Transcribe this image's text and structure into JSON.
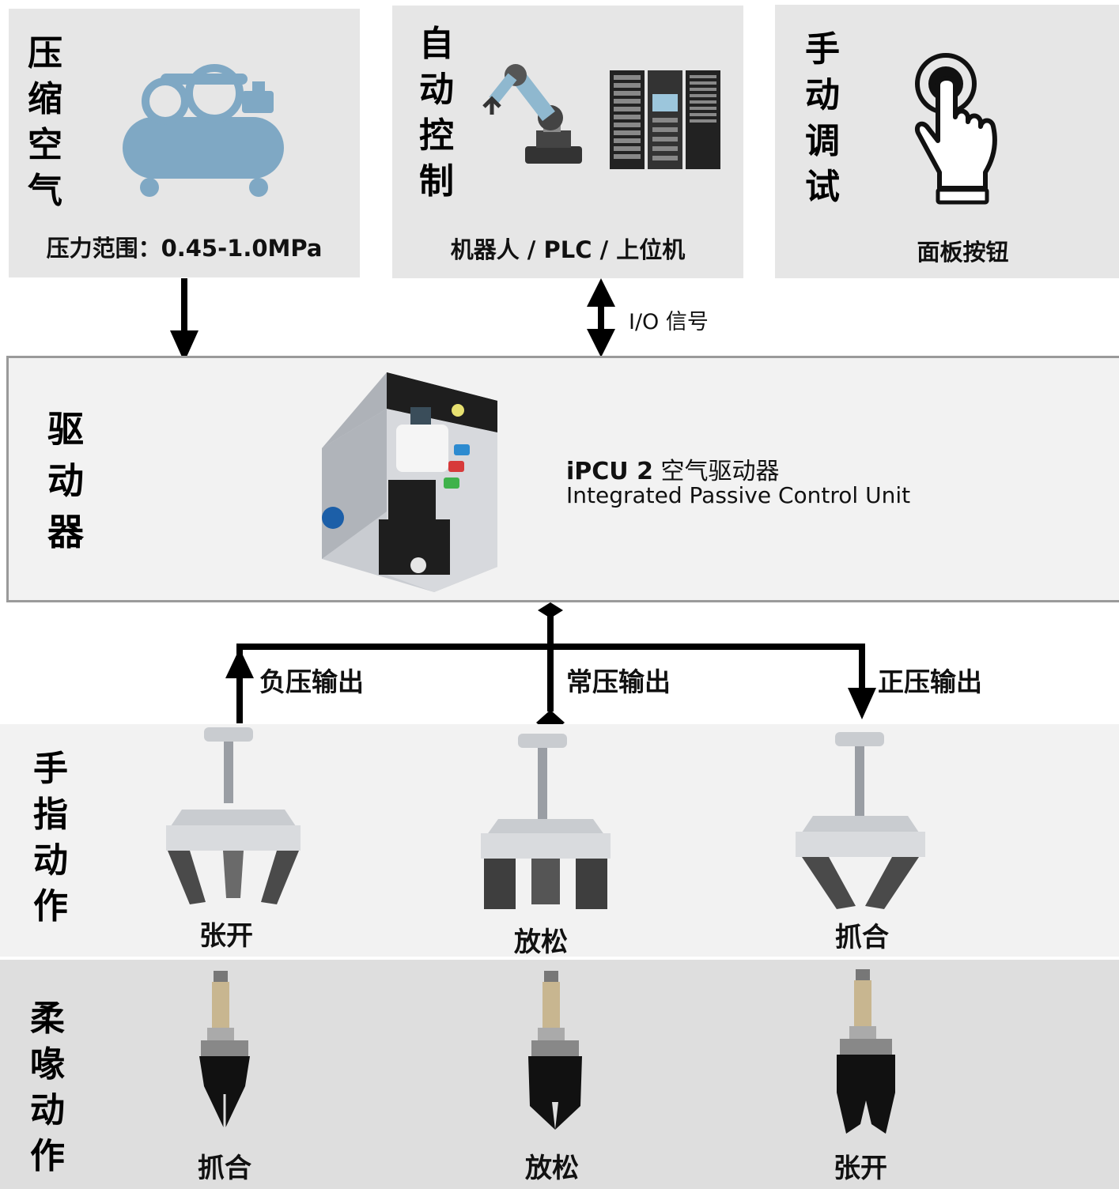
{
  "sources": {
    "air": {
      "title": "压缩空气",
      "caption": "压力范围：0.45-1.0MPa",
      "icon": "air-compressor-icon"
    },
    "auto": {
      "title": "自动控制",
      "caption": "机器人 / PLC / 上位机",
      "icons": [
        "robot-arm-icon",
        "server-rack-icon"
      ]
    },
    "manual": {
      "title": "手动调试",
      "caption": "面板按钮",
      "icon": "hand-press-button-icon"
    }
  },
  "io_label": "I/O 信号",
  "driver": {
    "title": "驱动器",
    "product_name": "iPCU 2",
    "product_name_cn": " 空气驱动器",
    "product_subtitle": "Integrated Passive Control Unit"
  },
  "outputs": [
    "负压输出",
    "常压输出",
    "正压输出"
  ],
  "fingers": {
    "title": "手指动作",
    "states": [
      "张开",
      "放松",
      "抓合"
    ]
  },
  "soft": {
    "title": "柔喙动作",
    "states": [
      "抓合",
      "放松",
      "张开"
    ]
  },
  "colors": {
    "panel": "#e6e6e6",
    "band_light": "#f2f2f2",
    "band_dark": "#dedede",
    "compressor": "#7fa8c4"
  }
}
